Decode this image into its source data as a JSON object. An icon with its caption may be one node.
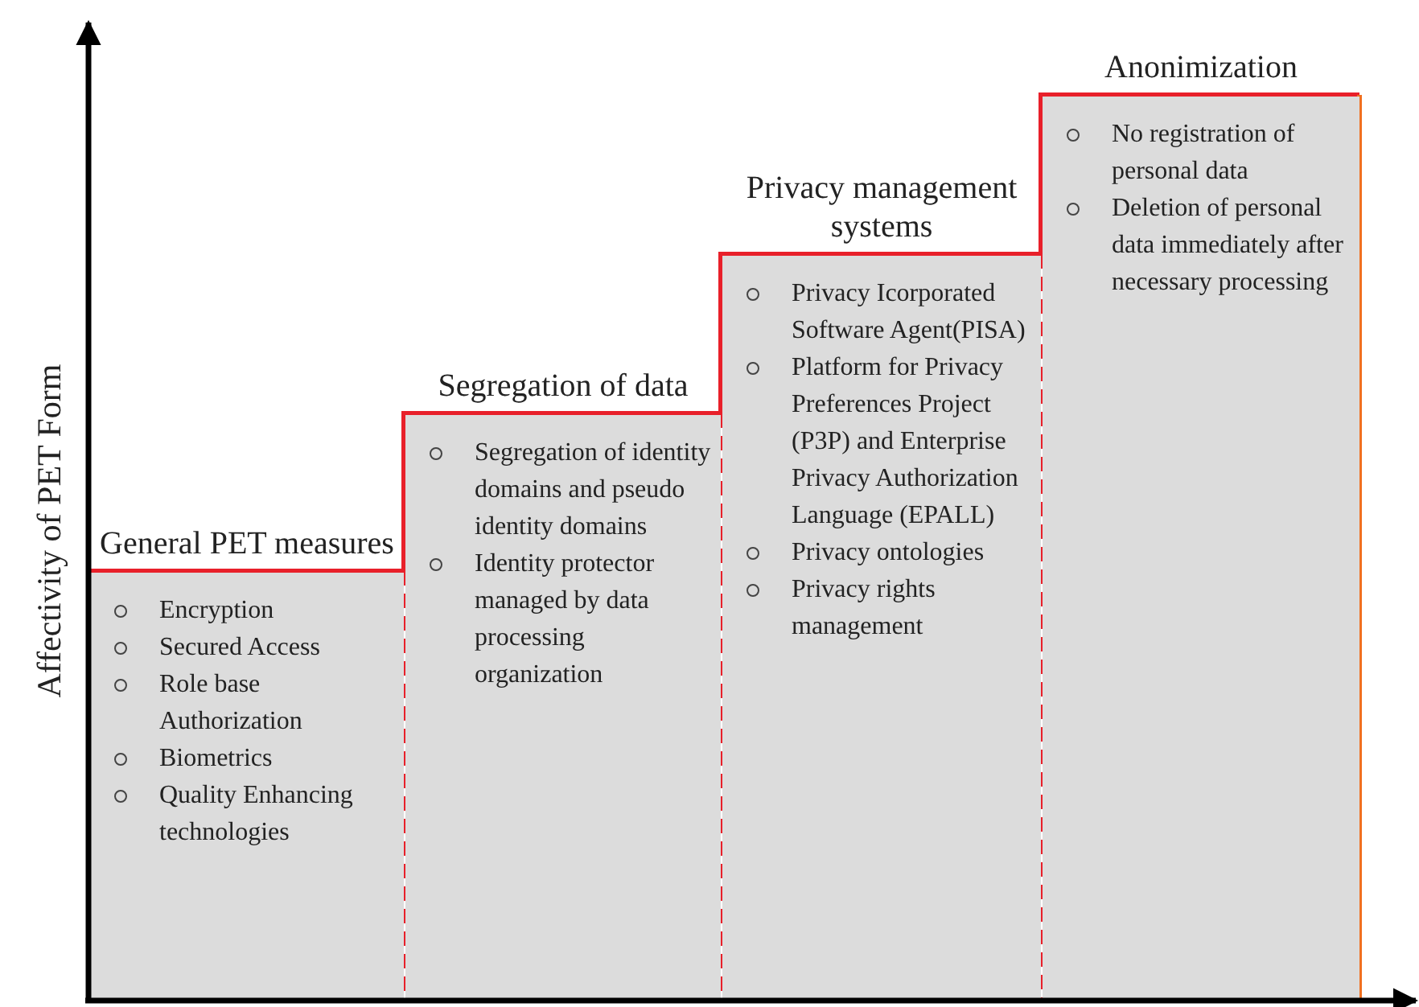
{
  "diagram": {
    "nodes": [
      {
        "text": [
          "General PET measures",
          "Encryption",
          "Secured Access",
          "Role base Authorization",
          "Biometrics",
          "Quality Enhancing technologies"
        ]
      },
      {
        "text": [
          "Segregation of data",
          "Segregation of identity domains and pseudo identity domains",
          "Identity protector managed by data processing organization"
        ]
      },
      {
        "text": [
          "Privacy management systems",
          "Privacy Icorporated Software Agent(PISA)",
          "Platform for Privacy Preferences Project (P3P) and Enterprise Privacy Authorization Language (EPALL)",
          "Privacy ontologies",
          "Privacy rights management"
        ]
      },
      {
        "text": [
          "Anonimization",
          "No registration of personal data",
          "Deletion of personal data immediately after necessary processing"
        ]
      }
    ],
    "labels": [
      "Affectivity of PET Form"
    ]
  }
}
